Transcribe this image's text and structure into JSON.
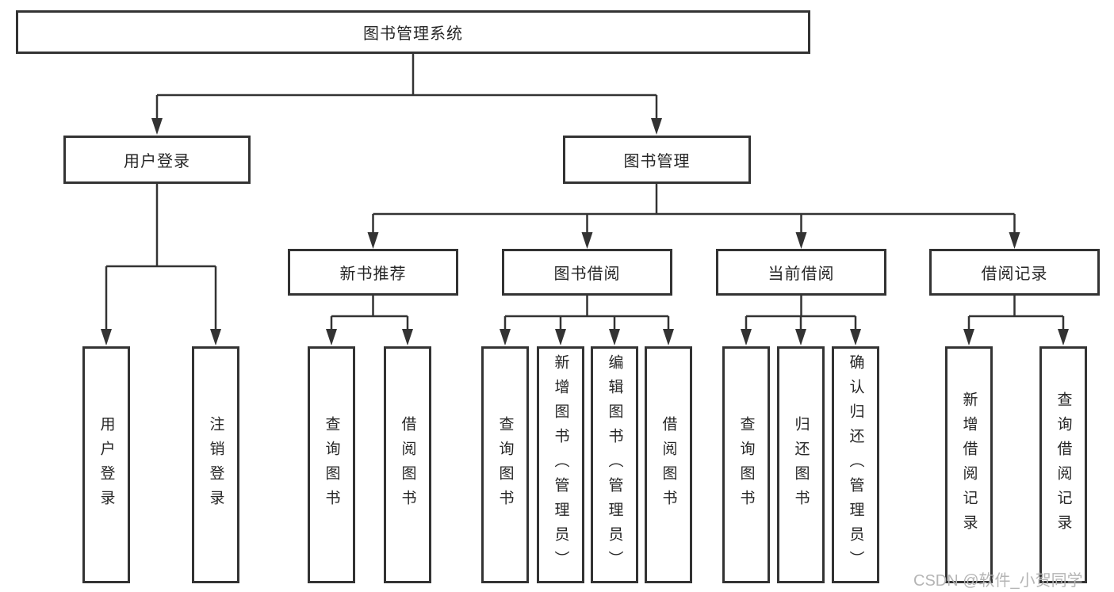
{
  "colors": {
    "background": "#ffffff",
    "line": "#333333",
    "box_border": "#333333",
    "text": "#262626",
    "watermark": "#b5b5b5"
  },
  "diagram": {
    "title": "图书管理系统",
    "root": {
      "label": "图书管理系统"
    },
    "level2": [
      {
        "label": "用户登录"
      },
      {
        "label": "图书管理"
      }
    ],
    "level3": [
      {
        "label": "新书推荐",
        "parent": "图书管理"
      },
      {
        "label": "图书借阅",
        "parent": "图书管理"
      },
      {
        "label": "当前借阅",
        "parent": "图书管理"
      },
      {
        "label": "借阅记录",
        "parent": "图书管理"
      }
    ],
    "leaves": [
      {
        "label": "用户登录",
        "parent": "用户登录"
      },
      {
        "label": "注销登录",
        "parent": "用户登录"
      },
      {
        "label": "查询图书",
        "parent": "新书推荐"
      },
      {
        "label": "借阅图书",
        "parent": "新书推荐"
      },
      {
        "label": "查询图书",
        "parent": "图书借阅"
      },
      {
        "label": "新增图书（管理员）",
        "parent": "图书借阅"
      },
      {
        "label": "编辑图书（管理员）",
        "parent": "图书借阅"
      },
      {
        "label": "借阅图书",
        "parent": "图书借阅"
      },
      {
        "label": "查询图书",
        "parent": "当前借阅"
      },
      {
        "label": "归还图书",
        "parent": "当前借阅"
      },
      {
        "label": "确认归还（管理员）",
        "parent": "当前借阅"
      },
      {
        "label": "新增借阅记录",
        "parent": "借阅记录"
      },
      {
        "label": "查询借阅记录",
        "parent": "借阅记录"
      }
    ]
  },
  "watermark": {
    "text": "CSDN @软件_小贺同学"
  }
}
